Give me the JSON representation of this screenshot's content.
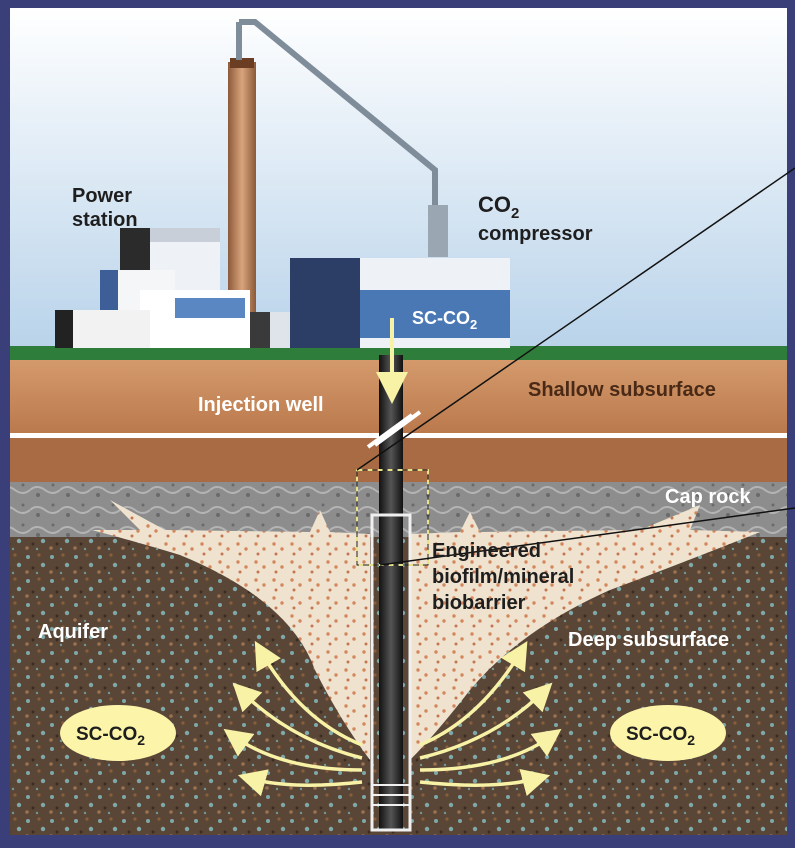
{
  "labels": {
    "power_station_line1": "Power",
    "power_station_line2": "station",
    "compressor_co": "CO",
    "compressor_sub": "2",
    "compressor_word": "compressor",
    "sc_co2_top_prefix": "SC-CO",
    "sc_co2_top_sub": "2",
    "injection_well": "Injection well",
    "shallow_subsurface": "Shallow subsurface",
    "cap_rock": "Cap rock",
    "biobarrier_line1": "Engineered",
    "biobarrier_line2": "biofilm/mineral",
    "biobarrier_line3": "biobarrier",
    "aquifer": "Aquifer",
    "deep_subsurface": "Deep subsurface",
    "sc_co2_left_prefix": "SC-CO",
    "sc_co2_left_sub": "2",
    "sc_co2_right_prefix": "SC-CO",
    "sc_co2_right_sub": "2"
  },
  "colors": {
    "frame": "#3a3f7a",
    "sky_top": "#ffffff",
    "sky_bottom": "#b9d3ea",
    "ground_line": "#2f7d3a",
    "shallow_soil": "#c98c5f",
    "cap_rock": "#8a8a8a",
    "aquifer": "#5b4a3a",
    "biobarrier": "#efe3cf",
    "arrow": "#f7f2a6",
    "label_white": "#ffffff",
    "label_dark": "#1e1e1e",
    "label_shallow": "#4a2a16"
  }
}
